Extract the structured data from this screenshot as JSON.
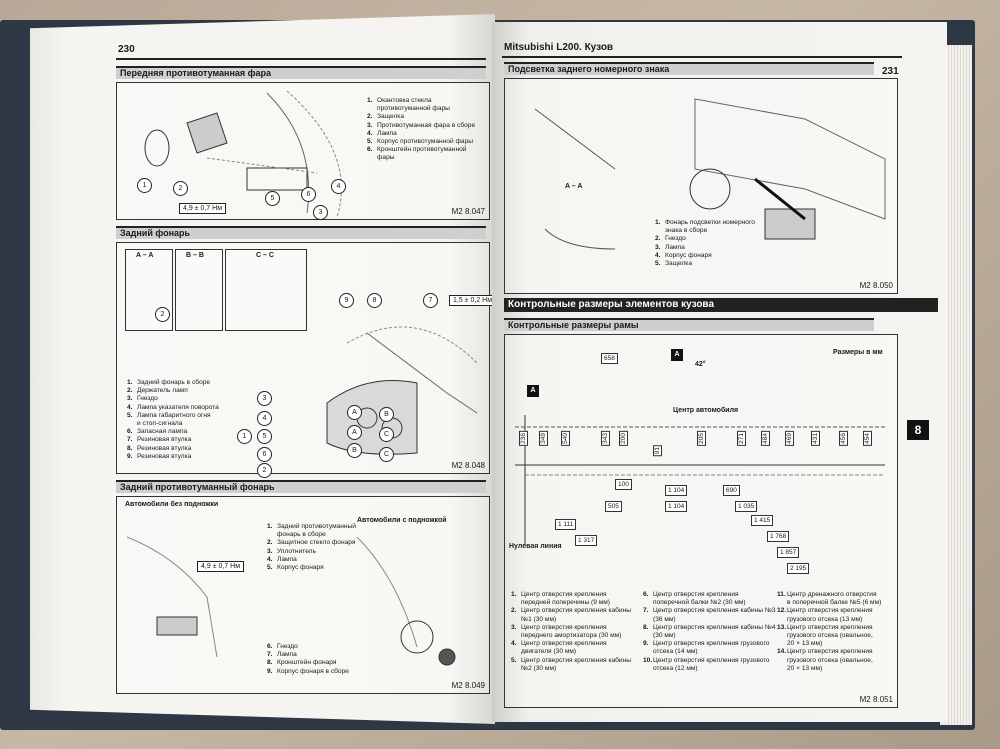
{
  "left_page": {
    "page_number": "230",
    "sections": {
      "front_fog": {
        "title": "Передняя противотуманная фара",
        "legend": [
          {
            "n": "1.",
            "t": "Окантовка стекла"
          },
          {
            "n": "",
            "t": "противотуманной фары"
          },
          {
            "n": "2.",
            "t": "Защелка"
          },
          {
            "n": "3.",
            "t": "Противотуманная фара в сборе"
          },
          {
            "n": "4.",
            "t": "Лампа"
          },
          {
            "n": "5.",
            "t": "Корпус противотуманной фары"
          },
          {
            "n": "6.",
            "t": "Кронштейн противотуманной"
          },
          {
            "n": "",
            "t": "фары"
          }
        ],
        "torque": "4,9 ± 0,7 Нм",
        "callouts": [
          "1",
          "2",
          "5",
          "6",
          "3",
          "4"
        ],
        "figure_ref": "M2 8.047"
      },
      "rear_lamp": {
        "title": "Задний фонарь",
        "views": [
          "A – A",
          "B – B",
          "C – C"
        ],
        "legend": [
          {
            "n": "1.",
            "t": "Задний фонарь в сборе"
          },
          {
            "n": "2.",
            "t": "Держатель ламп"
          },
          {
            "n": "3.",
            "t": "Гнездо"
          },
          {
            "n": "4.",
            "t": "Лампа указателя поворота"
          },
          {
            "n": "5.",
            "t": "Лампа габаритного огня"
          },
          {
            "n": "",
            "t": "и стоп-сигнала"
          },
          {
            "n": "6.",
            "t": "Запасная лампа"
          },
          {
            "n": "7.",
            "t": "Резиновая втулка"
          },
          {
            "n": "8.",
            "t": "Резиновая втулка"
          },
          {
            "n": "9.",
            "t": "Резиновая втулка"
          }
        ],
        "torque": "1,5 ± 0,2 Нм",
        "callouts": [
          "9",
          "8",
          "7",
          "2",
          "3",
          "4",
          "5",
          "6",
          "1",
          "2"
        ],
        "letter_callouts": [
          "A",
          "B",
          "A",
          "C",
          "B",
          "C"
        ],
        "figure_ref": "M2 8.048"
      },
      "rear_fog": {
        "title": "Задний противотуманный фонарь",
        "subtitle_left": "Автомобили без подножки",
        "subtitle_right": "Автомобили с подножкой",
        "legend_top": [
          {
            "n": "1.",
            "t": "Задний противотуманный"
          },
          {
            "n": "",
            "t": "фонарь в сборе"
          },
          {
            "n": "2.",
            "t": "Защитное стекло фонаря"
          },
          {
            "n": "3.",
            "t": "Уплотнитель"
          },
          {
            "n": "4.",
            "t": "Лампа"
          },
          {
            "n": "5.",
            "t": "Корпус фонаря"
          }
        ],
        "legend_bottom": [
          {
            "n": "6.",
            "t": "Гнездо"
          },
          {
            "n": "7.",
            "t": "Лампа"
          },
          {
            "n": "8.",
            "t": "Кронштейн фонаря"
          },
          {
            "n": "9.",
            "t": "Корпус фонаря в сборе"
          }
        ],
        "torque": "4,9 ± 0,7 Нм",
        "figure_ref": "M2 8.049"
      }
    }
  },
  "right_page": {
    "page_number": "231",
    "running_head": "Mitsubishi L200. Кузов",
    "chapter_tab": "8",
    "plate_light": {
      "title": "Подсветка заднего номерного знака",
      "view": "A – A",
      "legend": [
        {
          "n": "1.",
          "t": "Фонарь подсветки номерного"
        },
        {
          "n": "",
          "t": "знака в сборе"
        },
        {
          "n": "2.",
          "t": "Гнездо"
        },
        {
          "n": "3.",
          "t": "Лампа"
        },
        {
          "n": "4.",
          "t": "Корпус фонаря"
        },
        {
          "n": "5.",
          "t": "Защелка"
        }
      ],
      "figure_ref": "M2 8.050"
    },
    "body_dims_title": "Контрольные размеры элементов кузова",
    "frame": {
      "title": "Контрольные размеры рамы",
      "units_note": "Размеры в мм",
      "angle": "42°",
      "center_label": "Центр автомобиля",
      "zero_line": "Нулевая линия",
      "vertical_dims": [
        "236",
        "349",
        "540",
        "343",
        "200",
        "91",
        "205",
        "271",
        "484",
        "469",
        "431",
        "456",
        "454"
      ],
      "horizontal_dims": [
        "658",
        "100",
        "1 104",
        "690",
        "505",
        "1 104",
        "1 035",
        "1 111",
        "1 415",
        "1 317",
        "1 768",
        "1 857",
        "2 195"
      ],
      "legend_col1": [
        {
          "n": "1.",
          "t": "Центр отверстия крепления"
        },
        {
          "n": "",
          "t": "передней поперечины (9 мм)"
        },
        {
          "n": "2.",
          "t": "Центр отверстия крепления кабины"
        },
        {
          "n": "",
          "t": "№1 (30 мм)"
        },
        {
          "n": "3.",
          "t": "Центр отверстия крепления"
        },
        {
          "n": "",
          "t": "переднего амортизатора (30 мм)"
        },
        {
          "n": "4.",
          "t": "Центр отверстия крепления"
        },
        {
          "n": "",
          "t": "двигателя (30 мм)"
        },
        {
          "n": "5.",
          "t": "Центр отверстия крепления кабины"
        },
        {
          "n": "",
          "t": "№2 (30 мм)"
        }
      ],
      "legend_col2": [
        {
          "n": "6.",
          "t": "Центр отверстия крепления"
        },
        {
          "n": "",
          "t": "поперечной балки №2 (30 мм)"
        },
        {
          "n": "7.",
          "t": "Центр отверстия крепления кабины №3"
        },
        {
          "n": "",
          "t": "(36 мм)"
        },
        {
          "n": "8.",
          "t": "Центр отверстия крепления кабины №4"
        },
        {
          "n": "",
          "t": "(30 мм)"
        },
        {
          "n": "9.",
          "t": "Центр отверстия крепления грузового"
        },
        {
          "n": "",
          "t": "отсека (14 мм)"
        },
        {
          "n": "10.",
          "t": "Центр отверстия крепления грузового"
        },
        {
          "n": "",
          "t": "отсека (12 мм)"
        }
      ],
      "legend_col3": [
        {
          "n": "11.",
          "t": "Центр дренажного отверстия"
        },
        {
          "n": "",
          "t": "в поперечной балке №5 (6 мм)"
        },
        {
          "n": "12.",
          "t": "Центр отверстия крепления"
        },
        {
          "n": "",
          "t": "грузового отсека (13 мм)"
        },
        {
          "n": "13.",
          "t": "Центр отверстия крепления"
        },
        {
          "n": "",
          "t": "грузового отсека (овальное,"
        },
        {
          "n": "",
          "t": "20 × 13 мм)"
        },
        {
          "n": "14.",
          "t": "Центр отверстия крепления"
        },
        {
          "n": "",
          "t": "грузового отсека (овальное,"
        },
        {
          "n": "",
          "t": "20 × 13 мм)"
        }
      ],
      "figure_ref": "M2 8.051"
    }
  }
}
